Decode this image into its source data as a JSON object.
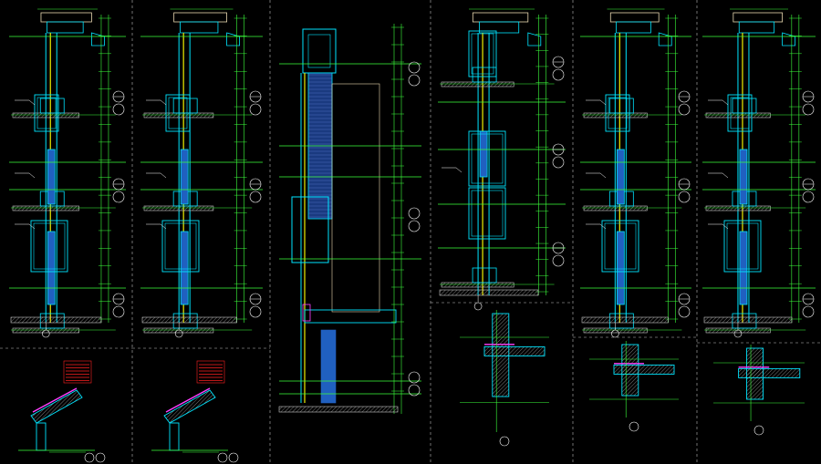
{
  "drawing": {
    "background": "#000000",
    "colors": {
      "wall_outline": "#00e5ff",
      "dimension": "#3cff3c",
      "cladding": "#f0f000",
      "section_line": "#ffffff",
      "glass": "#2060c0",
      "hatch": "#c8c8c8",
      "accent_red": "#ff2020",
      "accent_magenta": "#ff40ff",
      "beige_profile": "#e8d8b0"
    },
    "panels": [
      {
        "id": "elevation-section-1",
        "detail_count": 3
      },
      {
        "id": "elevation-section-2",
        "detail_count": 3
      },
      {
        "id": "elevation-section-3",
        "detail_count": 3
      },
      {
        "id": "elevation-section-4",
        "detail_count": 2
      },
      {
        "id": "elevation-section-5",
        "detail_count": 3
      },
      {
        "id": "elevation-section-6",
        "detail_count": 3
      }
    ],
    "details": [
      {
        "id": "roof-detail-1",
        "has_red_notes": true
      },
      {
        "id": "roof-detail-2",
        "has_red_notes": true
      },
      {
        "id": "parapet-detail-1",
        "has_red_notes": false
      },
      {
        "id": "parapet-detail-2",
        "has_red_notes": false
      },
      {
        "id": "parapet-detail-3",
        "has_red_notes": false
      }
    ]
  }
}
